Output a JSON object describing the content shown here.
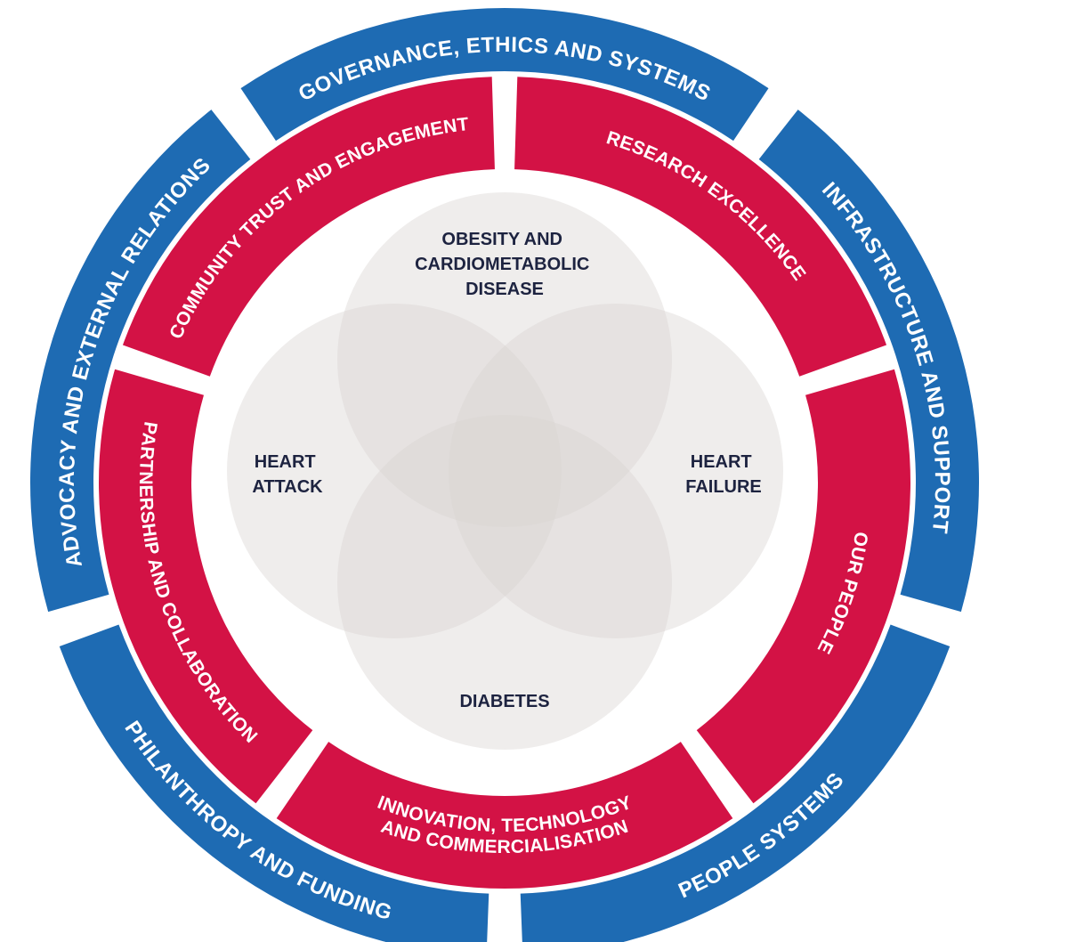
{
  "colors": {
    "outer_ring": "#1e6bb3",
    "inner_ring": "#d31245",
    "venn_fill": "#d9d5d2",
    "venn_text": "#1d2340",
    "background": "#ffffff"
  },
  "outer_ring": [
    {
      "label": "GOVERNANCE, ETHICS AND SYSTEMS"
    },
    {
      "label": "INFRASTRUCTURE AND SUPPORT"
    },
    {
      "label": "PEOPLE SYSTEMS"
    },
    {
      "label": "PHILANTHROPY AND FUNDING"
    },
    {
      "label": "ADVOCACY AND EXTERNAL RELATIONS"
    }
  ],
  "inner_ring": [
    {
      "label": "RESEARCH EXCELLENCE"
    },
    {
      "label": "OUR PEOPLE"
    },
    {
      "label": "INNOVATION, TECHNOLOGY",
      "label_line2": "AND COMMERCIALISATION"
    },
    {
      "label": "PARTNERSHIP AND COLLABORATION"
    },
    {
      "label": "COMMUNITY TRUST AND ENGAGEMENT"
    }
  ],
  "venn": {
    "top": {
      "line1": "OBESITY AND",
      "line2": "CARDIOMETABOLIC",
      "line3": "DISEASE"
    },
    "left": {
      "line1": "HEART",
      "line2": "ATTACK"
    },
    "right": {
      "line1": "HEART",
      "line2": "FAILURE"
    },
    "bottom": {
      "line1": "DIABETES"
    }
  }
}
